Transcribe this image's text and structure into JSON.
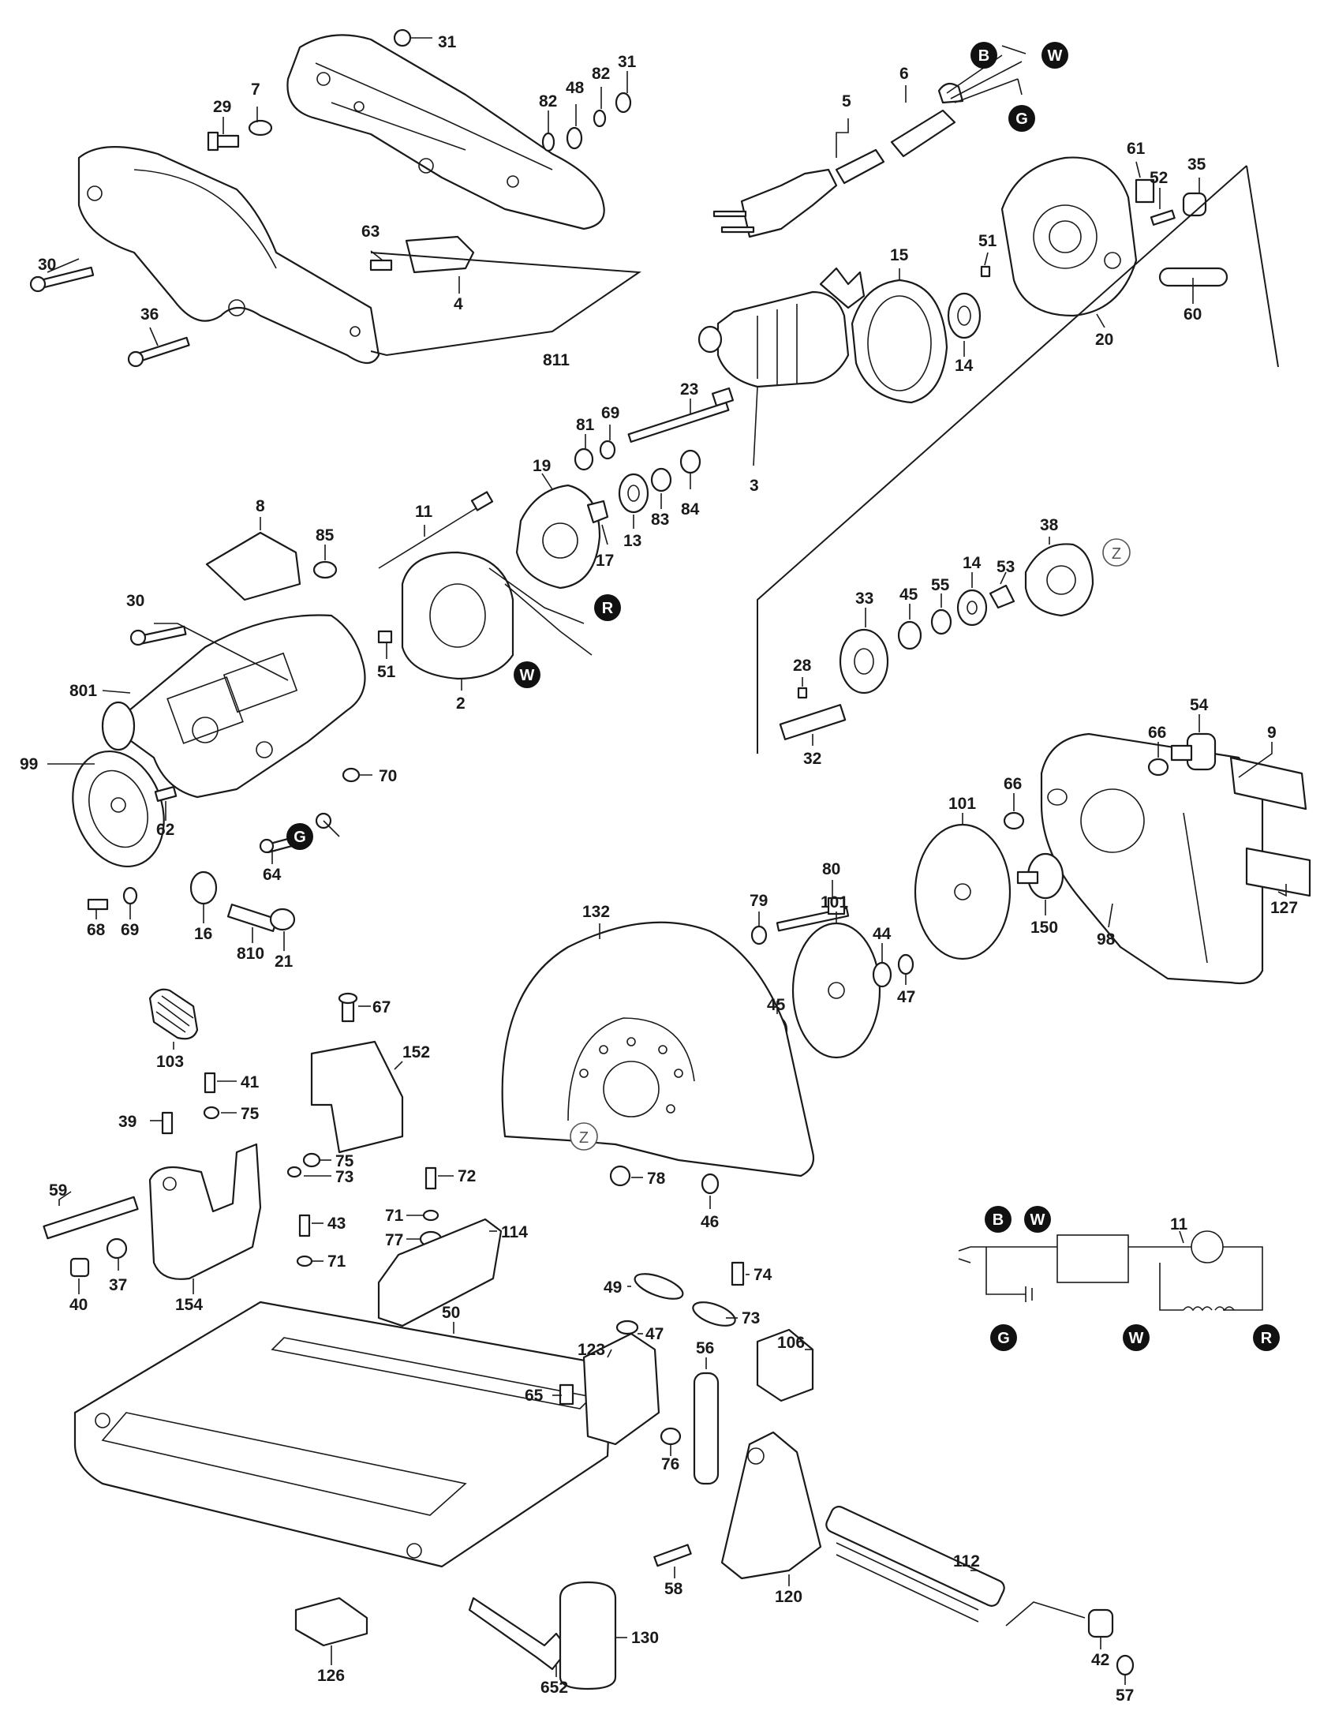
{
  "part_labels": [
    {
      "id": "p31a",
      "text": "31"
    },
    {
      "id": "p7",
      "text": "7"
    },
    {
      "id": "p29",
      "text": "29"
    },
    {
      "id": "p82a",
      "text": "82"
    },
    {
      "id": "p48",
      "text": "48"
    },
    {
      "id": "p82b",
      "text": "82"
    },
    {
      "id": "p31b",
      "text": "31"
    },
    {
      "id": "p63",
      "text": "63"
    },
    {
      "id": "p4",
      "text": "4"
    },
    {
      "id": "p30a",
      "text": "30"
    },
    {
      "id": "p36",
      "text": "36"
    },
    {
      "id": "p811",
      "text": "811"
    },
    {
      "id": "p5",
      "text": "5"
    },
    {
      "id": "p6",
      "text": "6"
    },
    {
      "id": "p61",
      "text": "61"
    },
    {
      "id": "p52",
      "text": "52"
    },
    {
      "id": "p35",
      "text": "35"
    },
    {
      "id": "p51a",
      "text": "51"
    },
    {
      "id": "p15",
      "text": "15"
    },
    {
      "id": "p14a",
      "text": "14"
    },
    {
      "id": "p20",
      "text": "20"
    },
    {
      "id": "p60",
      "text": "60"
    },
    {
      "id": "p23",
      "text": "23"
    },
    {
      "id": "p81",
      "text": "81"
    },
    {
      "id": "p69a",
      "text": "69"
    },
    {
      "id": "p19",
      "text": "19"
    },
    {
      "id": "p13",
      "text": "13"
    },
    {
      "id": "p83",
      "text": "83"
    },
    {
      "id": "p84",
      "text": "84"
    },
    {
      "id": "p3",
      "text": "3"
    },
    {
      "id": "p11a",
      "text": "11"
    },
    {
      "id": "p8",
      "text": "8"
    },
    {
      "id": "p17",
      "text": "17"
    },
    {
      "id": "p85",
      "text": "85"
    },
    {
      "id": "p30b",
      "text": "30"
    },
    {
      "id": "p51b",
      "text": "51"
    },
    {
      "id": "p2",
      "text": "2"
    },
    {
      "id": "p38",
      "text": "38"
    },
    {
      "id": "p53",
      "text": "53"
    },
    {
      "id": "p14b",
      "text": "14"
    },
    {
      "id": "p55",
      "text": "55"
    },
    {
      "id": "p45a",
      "text": "45"
    },
    {
      "id": "p33",
      "text": "33"
    },
    {
      "id": "p28",
      "text": "28"
    },
    {
      "id": "p32",
      "text": "32"
    },
    {
      "id": "p801",
      "text": "801"
    },
    {
      "id": "p99",
      "text": "99"
    },
    {
      "id": "p70",
      "text": "70"
    },
    {
      "id": "p62",
      "text": "62"
    },
    {
      "id": "p64",
      "text": "64"
    },
    {
      "id": "p68",
      "text": "68"
    },
    {
      "id": "p69b",
      "text": "69"
    },
    {
      "id": "p16",
      "text": "16"
    },
    {
      "id": "p810",
      "text": "810"
    },
    {
      "id": "p21",
      "text": "21"
    },
    {
      "id": "p54",
      "text": "54"
    },
    {
      "id": "p66a",
      "text": "66"
    },
    {
      "id": "p9",
      "text": "9"
    },
    {
      "id": "p66b",
      "text": "66"
    },
    {
      "id": "p101a",
      "text": "101"
    },
    {
      "id": "p80",
      "text": "80"
    },
    {
      "id": "p79",
      "text": "79"
    },
    {
      "id": "p101b",
      "text": "101"
    },
    {
      "id": "p44",
      "text": "44"
    },
    {
      "id": "p47a",
      "text": "47"
    },
    {
      "id": "p150",
      "text": "150"
    },
    {
      "id": "p98",
      "text": "98"
    },
    {
      "id": "p127",
      "text": "127"
    },
    {
      "id": "p132",
      "text": "132"
    },
    {
      "id": "p45b",
      "text": "45"
    },
    {
      "id": "p78",
      "text": "78"
    },
    {
      "id": "p46",
      "text": "46"
    },
    {
      "id": "p103",
      "text": "103"
    },
    {
      "id": "p67",
      "text": "67"
    },
    {
      "id": "p152",
      "text": "152"
    },
    {
      "id": "p41",
      "text": "41"
    },
    {
      "id": "p39",
      "text": "39"
    },
    {
      "id": "p75a",
      "text": "75"
    },
    {
      "id": "p75b",
      "text": "75"
    },
    {
      "id": "p73a",
      "text": "73"
    },
    {
      "id": "p72",
      "text": "72"
    },
    {
      "id": "p71a",
      "text": "71"
    },
    {
      "id": "p77",
      "text": "77"
    },
    {
      "id": "p43",
      "text": "43"
    },
    {
      "id": "p71b",
      "text": "71"
    },
    {
      "id": "p59",
      "text": "59"
    },
    {
      "id": "p114",
      "text": "114"
    },
    {
      "id": "p37",
      "text": "37"
    },
    {
      "id": "p40",
      "text": "40"
    },
    {
      "id": "p154",
      "text": "154"
    },
    {
      "id": "p11b",
      "text": "11"
    },
    {
      "id": "p49",
      "text": "49"
    },
    {
      "id": "p74",
      "text": "74"
    },
    {
      "id": "p73b",
      "text": "73"
    },
    {
      "id": "p47b",
      "text": "47"
    },
    {
      "id": "p123",
      "text": "123"
    },
    {
      "id": "p106",
      "text": "106"
    },
    {
      "id": "p50",
      "text": "50"
    },
    {
      "id": "p65",
      "text": "65"
    },
    {
      "id": "p56",
      "text": "56"
    },
    {
      "id": "p76",
      "text": "76"
    },
    {
      "id": "p58",
      "text": "58"
    },
    {
      "id": "p120",
      "text": "120"
    },
    {
      "id": "p112",
      "text": "112"
    },
    {
      "id": "p130",
      "text": "130"
    },
    {
      "id": "p126",
      "text": "126"
    },
    {
      "id": "p652",
      "text": "652"
    },
    {
      "id": "p42",
      "text": "42"
    },
    {
      "id": "p57",
      "text": "57"
    }
  ],
  "wire_badges": [
    {
      "id": "wB1",
      "text": "B"
    },
    {
      "id": "wW1",
      "text": "W"
    },
    {
      "id": "wG1",
      "text": "G"
    },
    {
      "id": "wR1",
      "text": "R"
    },
    {
      "id": "wW2",
      "text": "W"
    },
    {
      "id": "wG2",
      "text": "G"
    },
    {
      "id": "wB2",
      "text": "B"
    },
    {
      "id": "wW3",
      "text": "W"
    },
    {
      "id": "wG3",
      "text": "G"
    },
    {
      "id": "wW4",
      "text": "W"
    },
    {
      "id": "wR2",
      "text": "R"
    }
  ],
  "reference_marks": [
    {
      "id": "z1",
      "text": "Z"
    },
    {
      "id": "z2",
      "text": "Z"
    }
  ]
}
